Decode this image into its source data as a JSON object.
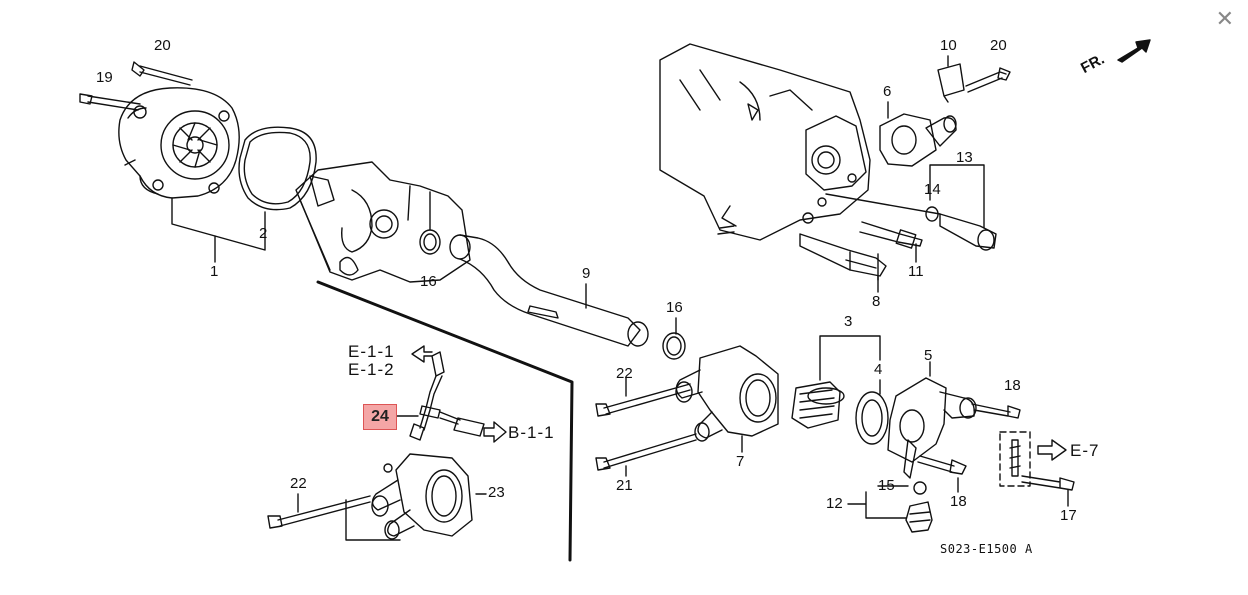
{
  "close_icon": "close-icon",
  "direction_label": "FR.",
  "diagram_code": "S023-E1500 A",
  "highlighted_part": "24",
  "callouts": [
    "20",
    "19",
    "10",
    "20",
    "6",
    "13",
    "14",
    "2",
    "1",
    "16",
    "9",
    "11",
    "8",
    "16",
    "3",
    "4",
    "5",
    "18",
    "22",
    "7",
    "21",
    "22",
    "23",
    "15",
    "12",
    "18",
    "17"
  ],
  "refs": {
    "e11": "E-1-1",
    "e12": "E-1-2",
    "b11": "B-1-1",
    "e7": "E-7"
  }
}
